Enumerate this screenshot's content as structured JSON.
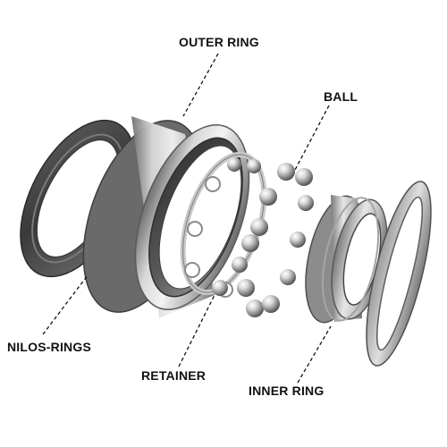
{
  "labels": {
    "outer_ring": "OUTER RING",
    "ball": "BALL",
    "nilos_rings": "NILOS-RINGS",
    "retainer": "RETAINER",
    "inner_ring": "INNER RING"
  },
  "colors": {
    "background": "#ffffff",
    "label_text": "#111111",
    "leader_line": "#111111",
    "steel_dark": "#4a4a4a",
    "steel_mid": "#9a9a9a",
    "steel_light": "#e8e8e8"
  }
}
